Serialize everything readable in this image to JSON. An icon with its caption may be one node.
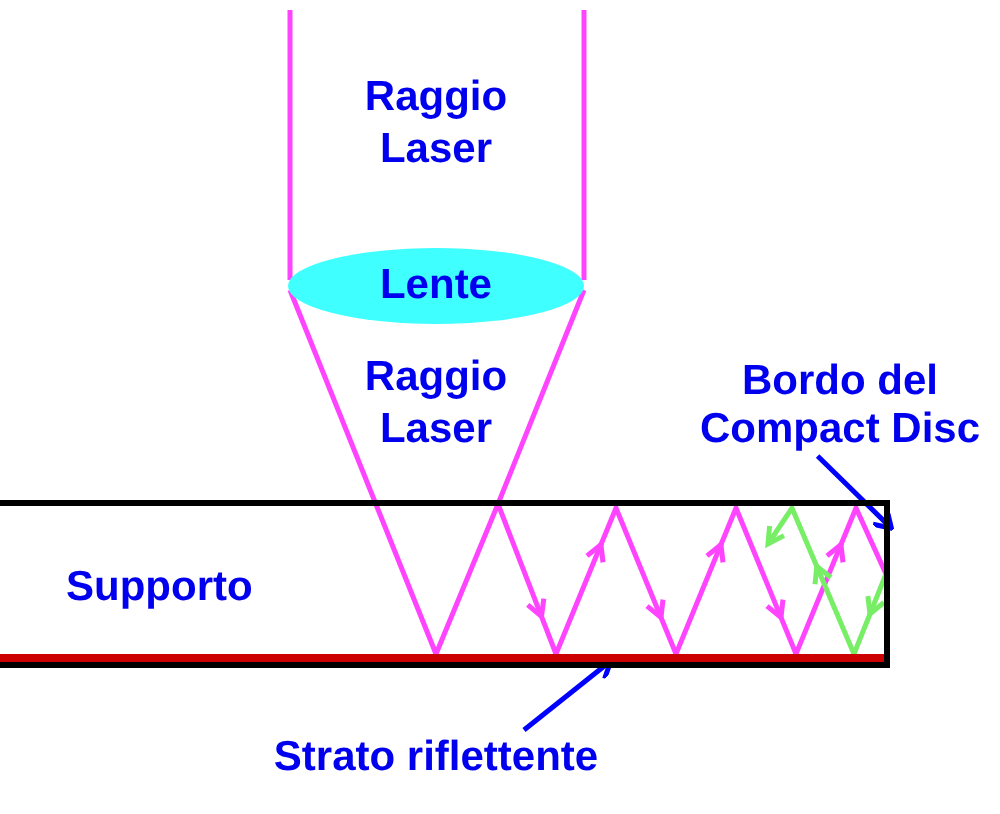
{
  "diagram": {
    "nodes": [
      {
        "text": [
          "Lente"
        ]
      },
      {
        "text": [
          "Supporto"
        ]
      },
      {
        "text": [],
        "shape": "bar",
        "in": 1
      },
      {
        "text": [
          "Bordo del Compact Disc"
        ]
      },
      {
        "text": [
          "Strato riflettente"
        ]
      }
    ],
    "edges": [
      {
        "from": 3,
        "to": 1,
        "arrow": "to"
      },
      {
        "from": 4,
        "to": 2,
        "arrow": "to"
      }
    ],
    "labels": [
      "Raggio Laser",
      "Raggio Laser"
    ]
  }
}
